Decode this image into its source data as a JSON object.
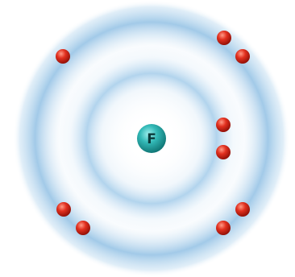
{
  "atom": {
    "nucleus_symbol": "F",
    "shells": [
      {
        "shell": 1,
        "electrons": 2
      },
      {
        "shell": 2,
        "electrons": 7
      }
    ]
  },
  "colors": {
    "shell_glow": "#9cc7e6",
    "nucleus": "#2aa9a9",
    "electron": "#d9281f"
  }
}
